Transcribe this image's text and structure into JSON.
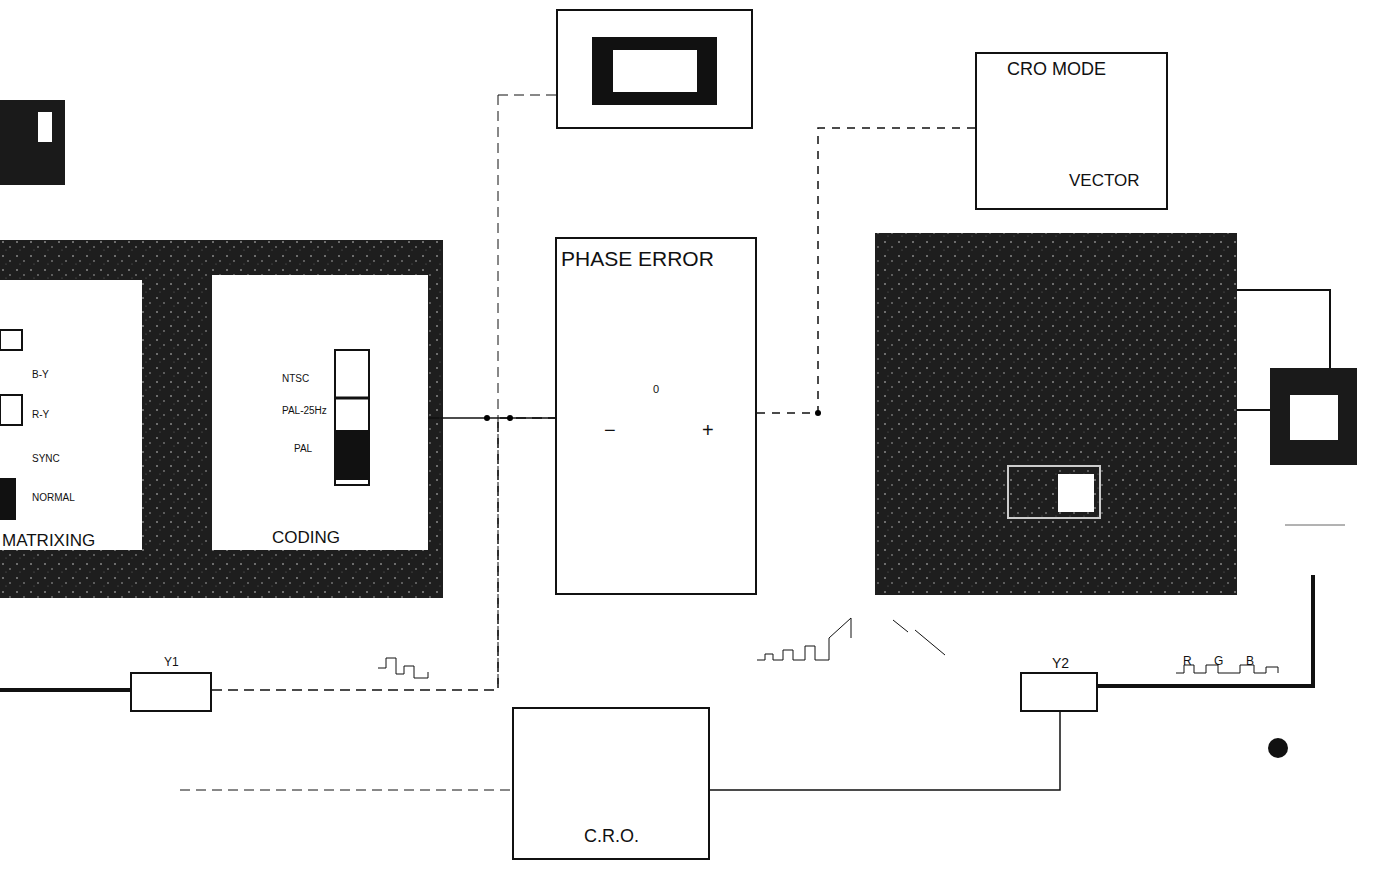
{
  "diagram": {
    "nodes": [
      {
        "text": [
          "B-Y",
          "R-Y",
          "SYNC",
          "NORMAL",
          "MATRIXING"
        ]
      },
      {
        "text": [
          "NTSC",
          "PAL-25Hz",
          "PAL",
          "CODING"
        ]
      },
      {
        "text": [
          "PHASE ERROR",
          "0",
          "−",
          "+"
        ]
      },
      {
        "text": [
          "CRO MODE",
          "VECTOR"
        ]
      },
      {
        "text": [
          "C.R.O."
        ]
      },
      {
        "text": [
          "Y1"
        ]
      },
      {
        "text": [
          "Y2"
        ]
      }
    ],
    "edges": [
      {
        "from": 1,
        "to": 2,
        "arrow": "none"
      },
      {
        "from": 5,
        "to": 2,
        "arrow": "none"
      },
      {
        "from": 2,
        "to": 3,
        "arrow": "none"
      },
      {
        "from": 4,
        "to": 6,
        "arrow": "none"
      }
    ],
    "labels": [
      "R",
      "G",
      "B"
    ]
  }
}
